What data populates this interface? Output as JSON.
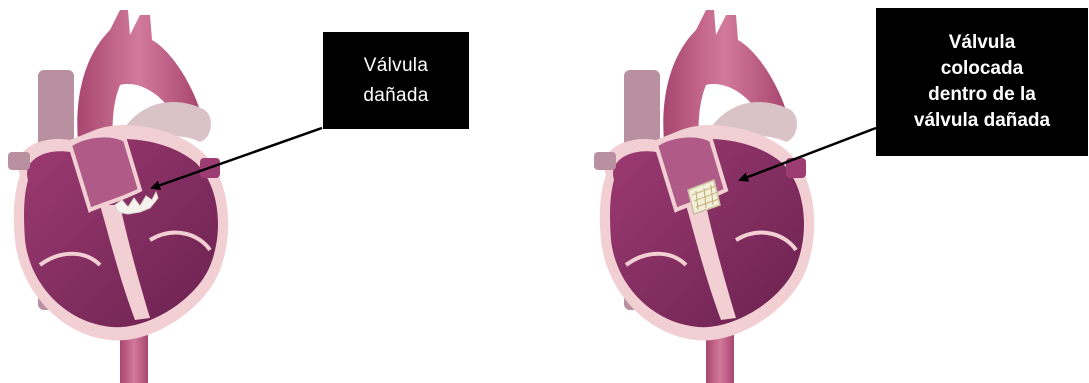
{
  "labels": {
    "damaged_valve": [
      "Válvula",
      "dañada"
    ],
    "placed_valve": [
      "Válvula",
      "colocada",
      "dentro de la",
      "válvula dañada"
    ]
  },
  "colors": {
    "muscle": "#8a2f63",
    "muscle_dark": "#5e1b45",
    "muscle_light": "#b56a95",
    "pericardium": "#f2d3d6",
    "aorta": "#c85f86",
    "vessel_blue": "#b89aa6",
    "valve_white": "#f4f1e8",
    "label_bg": "#000000",
    "label_text": "#ffffff"
  }
}
